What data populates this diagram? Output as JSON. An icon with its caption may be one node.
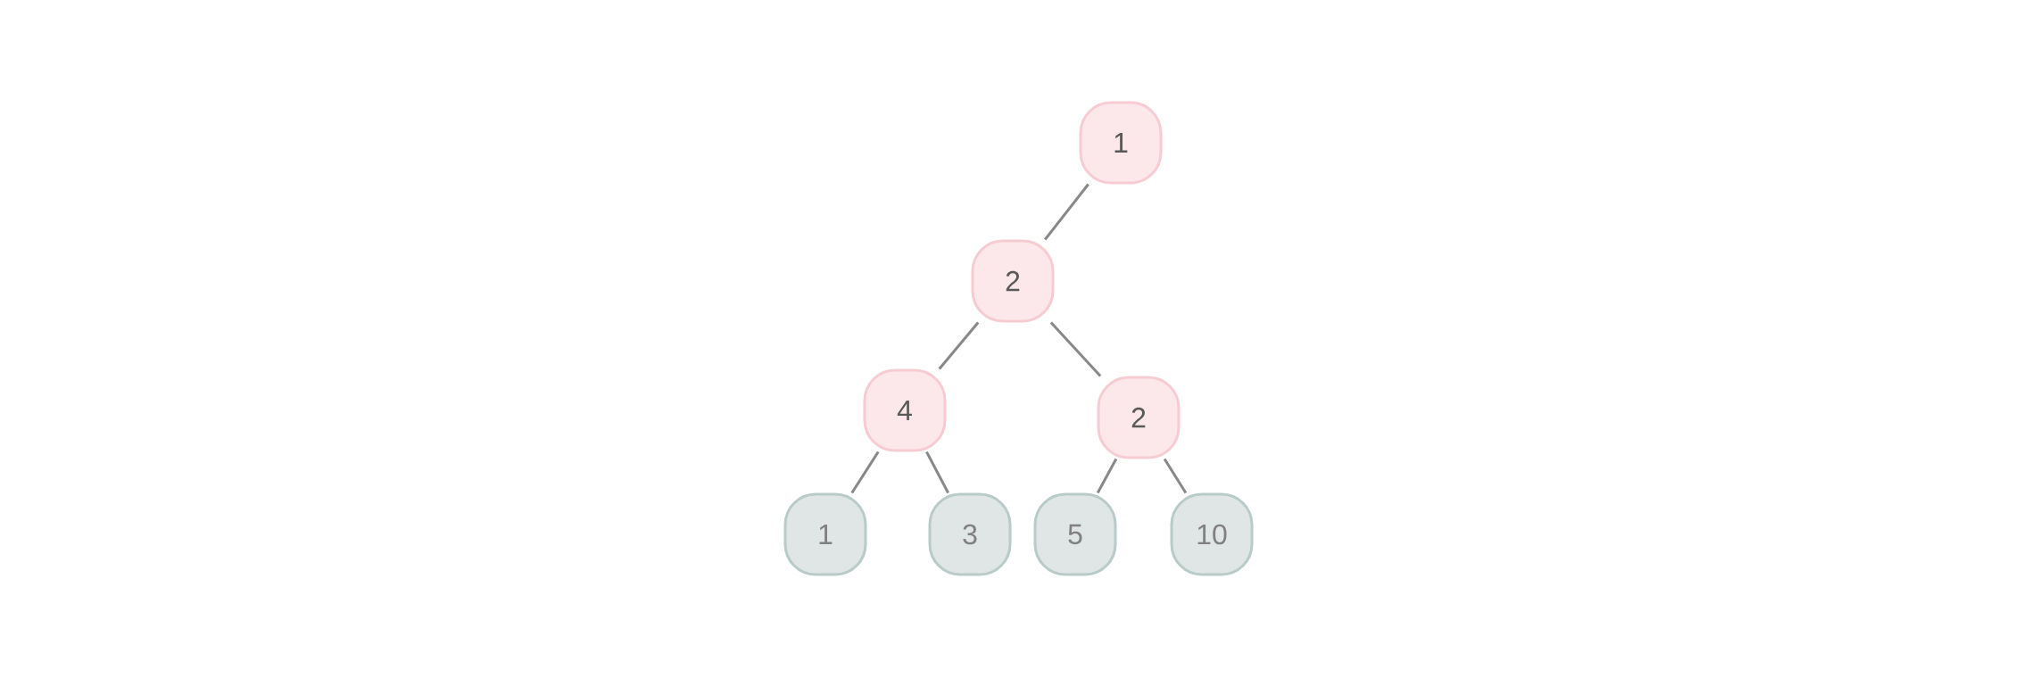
{
  "diagram": {
    "nodes": [
      {
        "text": [
          "1"
        ]
      },
      {
        "text": [
          "2"
        ]
      },
      {
        "text": [
          "4"
        ]
      },
      {
        "text": [
          "2"
        ]
      },
      {
        "text": [
          "1"
        ]
      },
      {
        "text": [
          "3"
        ]
      },
      {
        "text": [
          "5"
        ]
      },
      {
        "text": [
          "10"
        ]
      }
    ],
    "edges": [
      {
        "from": 0,
        "to": 1,
        "arrow": "none"
      },
      {
        "from": 1,
        "to": 2,
        "arrow": "none"
      },
      {
        "from": 1,
        "to": 3,
        "arrow": "none"
      },
      {
        "from": 2,
        "to": 4,
        "arrow": "none"
      },
      {
        "from": 2,
        "to": 5,
        "arrow": "none"
      },
      {
        "from": 3,
        "to": 6,
        "arrow": "none"
      },
      {
        "from": 3,
        "to": 7,
        "arrow": "none"
      }
    ]
  }
}
